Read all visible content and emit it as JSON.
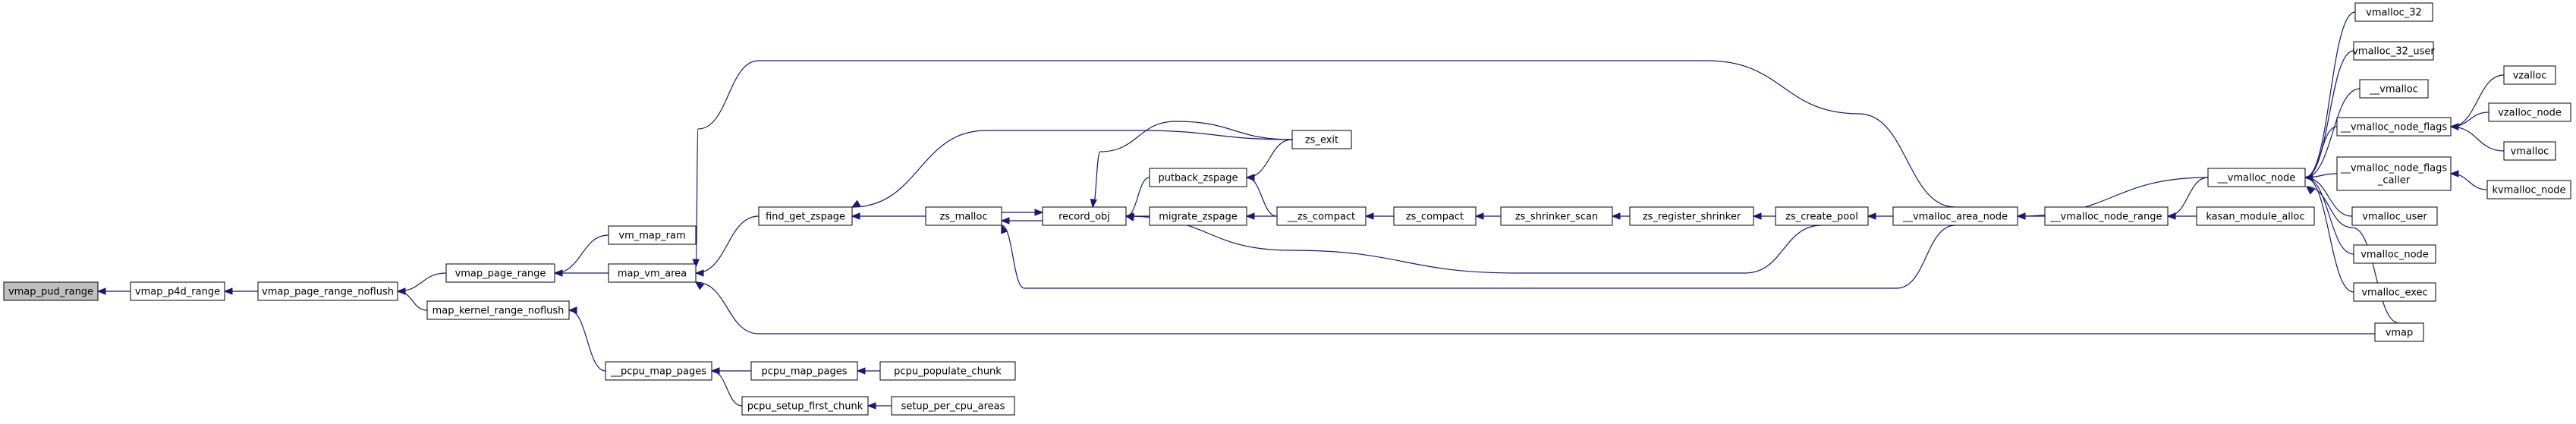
{
  "graph": {
    "colors": {
      "edge": "#191970",
      "root_fill": "#bfbfbf",
      "node_fill": "#ffffff",
      "node_border": "#000000"
    },
    "nodes": [
      {
        "id": "vmap_pud_range",
        "label": "vmap_pud_range",
        "root": true
      },
      {
        "id": "vmap_p4d_range",
        "label": "vmap_p4d_range"
      },
      {
        "id": "vmap_page_range_noflush",
        "label": "vmap_page_range_noflush"
      },
      {
        "id": "vmap_page_range",
        "label": "vmap_page_range"
      },
      {
        "id": "map_kernel_range_noflush",
        "label": "map_kernel_range_noflush"
      },
      {
        "id": "vm_map_ram",
        "label": "vm_map_ram"
      },
      {
        "id": "map_vm_area",
        "label": "map_vm_area"
      },
      {
        "id": "pcpu_map_pages_inner",
        "label": "__pcpu_map_pages"
      },
      {
        "id": "find_get_zspage",
        "label": "find_get_zspage"
      },
      {
        "id": "pcpu_map_pages",
        "label": "pcpu_map_pages"
      },
      {
        "id": "pcpu_setup_first_chunk",
        "label": "pcpu_setup_first_chunk"
      },
      {
        "id": "pcpu_populate_chunk",
        "label": "pcpu_populate_chunk"
      },
      {
        "id": "setup_per_cpu_areas",
        "label": "setup_per_cpu_areas"
      },
      {
        "id": "zs_malloc",
        "label": "zs_malloc"
      },
      {
        "id": "record_obj",
        "label": "record_obj"
      },
      {
        "id": "putback_zspage",
        "label": "putback_zspage"
      },
      {
        "id": "migrate_zspage",
        "label": "migrate_zspage"
      },
      {
        "id": "zs_exit",
        "label": "zs_exit"
      },
      {
        "id": "zs_compact_inner",
        "label": "__zs_compact"
      },
      {
        "id": "zs_compact",
        "label": "zs_compact"
      },
      {
        "id": "zs_shrinker_scan",
        "label": "zs_shrinker_scan"
      },
      {
        "id": "zs_register_shrinker",
        "label": "zs_register_shrinker"
      },
      {
        "id": "zs_create_pool",
        "label": "zs_create_pool"
      },
      {
        "id": "vmalloc_area_node",
        "label": "__vmalloc_area_node"
      },
      {
        "id": "vmalloc_node_range",
        "label": "__vmalloc_node_range"
      },
      {
        "id": "kasan_module_alloc",
        "label": "kasan_module_alloc"
      },
      {
        "id": "vmalloc_node_inner",
        "label": "__vmalloc_node"
      },
      {
        "id": "vmalloc_32",
        "label": "vmalloc_32"
      },
      {
        "id": "vmalloc_32_user",
        "label": "vmalloc_32_user"
      },
      {
        "id": "vmalloc_inner",
        "label": "__vmalloc"
      },
      {
        "id": "vmalloc_node_flags",
        "label": "__vmalloc_node_flags"
      },
      {
        "id": "vmalloc_node_flags_caller",
        "label": "__vmalloc_node_flags_caller",
        "lines": [
          "__vmalloc_node_flags",
          "_caller"
        ]
      },
      {
        "id": "vmalloc_user",
        "label": "vmalloc_user"
      },
      {
        "id": "vmalloc_node",
        "label": "vmalloc_node"
      },
      {
        "id": "vmalloc_exec",
        "label": "vmalloc_exec"
      },
      {
        "id": "vmap",
        "label": "vmap"
      },
      {
        "id": "vzalloc",
        "label": "vzalloc"
      },
      {
        "id": "vzalloc_node",
        "label": "vzalloc_node"
      },
      {
        "id": "vmalloc",
        "label": "vmalloc"
      },
      {
        "id": "kvmalloc_node",
        "label": "kvmalloc_node"
      }
    ],
    "edges": [
      {
        "from": "vmap_p4d_range",
        "to": "vmap_pud_range"
      },
      {
        "from": "vmap_page_range_noflush",
        "to": "vmap_p4d_range"
      },
      {
        "from": "vmap_page_range",
        "to": "vmap_page_range_noflush"
      },
      {
        "from": "map_kernel_range_noflush",
        "to": "vmap_page_range_noflush"
      },
      {
        "from": "vm_map_ram",
        "to": "vmap_page_range"
      },
      {
        "from": "map_vm_area",
        "to": "vmap_page_range"
      },
      {
        "from": "pcpu_map_pages_inner",
        "to": "map_kernel_range_noflush"
      },
      {
        "from": "find_get_zspage",
        "to": "map_vm_area"
      },
      {
        "from": "vmalloc_area_node",
        "to": "map_vm_area"
      },
      {
        "from": "vmap",
        "to": "map_vm_area"
      },
      {
        "from": "pcpu_map_pages",
        "to": "pcpu_map_pages_inner"
      },
      {
        "from": "pcpu_setup_first_chunk",
        "to": "pcpu_map_pages_inner"
      },
      {
        "from": "pcpu_populate_chunk",
        "to": "pcpu_map_pages"
      },
      {
        "from": "setup_per_cpu_areas",
        "to": "pcpu_setup_first_chunk"
      },
      {
        "from": "zs_malloc",
        "to": "find_get_zspage"
      },
      {
        "from": "zs_exit",
        "to": "find_get_zspage"
      },
      {
        "from": "record_obj",
        "to": "zs_malloc"
      },
      {
        "from": "vmalloc_area_node",
        "to": "zs_malloc"
      },
      {
        "from": "zs_malloc",
        "to": "record_obj"
      },
      {
        "from": "putback_zspage",
        "to": "record_obj"
      },
      {
        "from": "migrate_zspage",
        "to": "record_obj"
      },
      {
        "from": "zs_exit",
        "to": "record_obj"
      },
      {
        "from": "zs_create_pool",
        "to": "record_obj"
      },
      {
        "from": "zs_exit",
        "to": "putback_zspage"
      },
      {
        "from": "zs_compact_inner",
        "to": "putback_zspage"
      },
      {
        "from": "zs_compact_inner",
        "to": "migrate_zspage"
      },
      {
        "from": "zs_compact",
        "to": "zs_compact_inner"
      },
      {
        "from": "zs_shrinker_scan",
        "to": "zs_compact"
      },
      {
        "from": "zs_register_shrinker",
        "to": "zs_shrinker_scan"
      },
      {
        "from": "zs_create_pool",
        "to": "zs_register_shrinker"
      },
      {
        "from": "vmalloc_area_node",
        "to": "zs_create_pool"
      },
      {
        "from": "vmalloc_node_range",
        "to": "vmalloc_area_node"
      },
      {
        "from": "vmalloc_node_inner",
        "to": "vmalloc_area_node"
      },
      {
        "from": "kasan_module_alloc",
        "to": "vmalloc_node_range"
      },
      {
        "from": "vmalloc_node_inner",
        "to": "vmalloc_node_range"
      },
      {
        "from": "vmalloc_32",
        "to": "vmalloc_node_inner"
      },
      {
        "from": "vmalloc_32_user",
        "to": "vmalloc_node_inner"
      },
      {
        "from": "vmalloc_inner",
        "to": "vmalloc_node_inner"
      },
      {
        "from": "vmalloc_node_flags",
        "to": "vmalloc_node_inner"
      },
      {
        "from": "vmalloc_node_flags_caller",
        "to": "vmalloc_node_inner"
      },
      {
        "from": "vmalloc_user",
        "to": "vmalloc_node_inner"
      },
      {
        "from": "vmalloc_node",
        "to": "vmalloc_node_inner"
      },
      {
        "from": "vmalloc_exec",
        "to": "vmalloc_node_inner"
      },
      {
        "from": "vmap",
        "to": "vmalloc_node_inner"
      },
      {
        "from": "vzalloc",
        "to": "vmalloc_node_flags"
      },
      {
        "from": "vzalloc_node",
        "to": "vmalloc_node_flags"
      },
      {
        "from": "vmalloc",
        "to": "vmalloc_node_flags"
      },
      {
        "from": "kvmalloc_node",
        "to": "vmalloc_node_flags_caller"
      }
    ]
  }
}
